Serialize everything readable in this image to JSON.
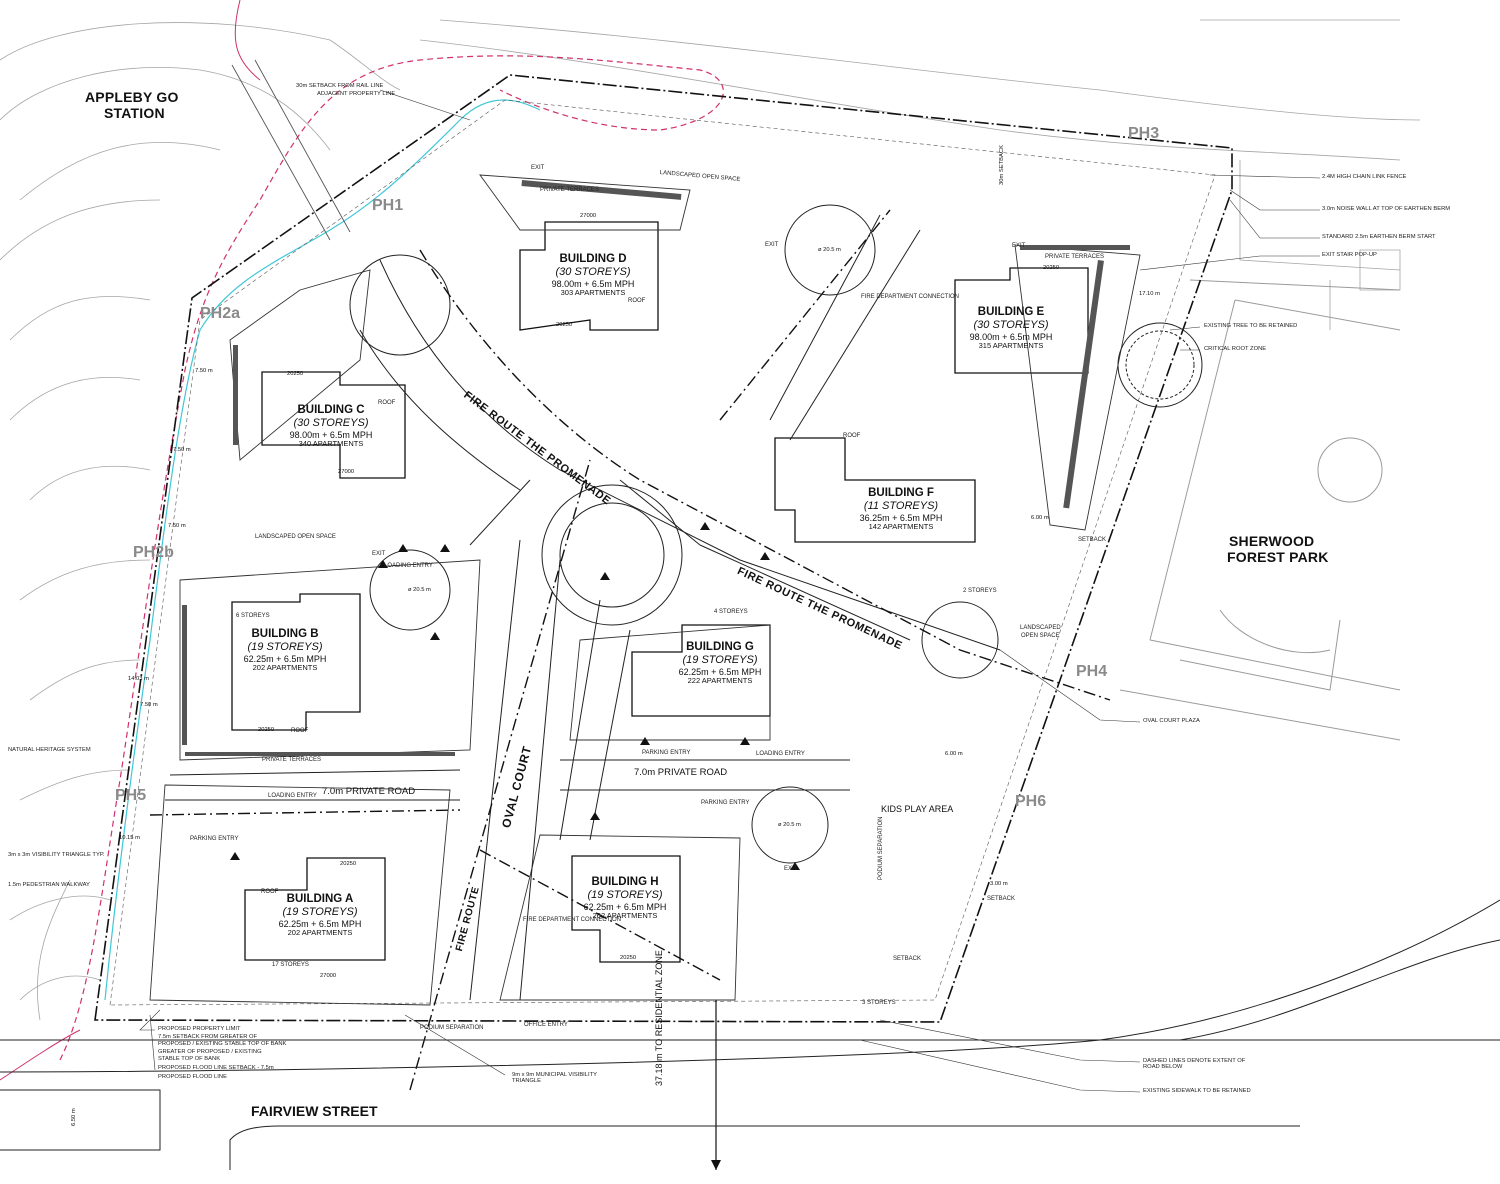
{
  "places": {
    "station": [
      "APPLEBY GO",
      "STATION"
    ],
    "park": [
      "SHERWOOD",
      "FOREST PARK"
    ],
    "street": "FAIRVIEW STREET",
    "residential_zone": "37.18 m TO RESIDENTIAL ZONE"
  },
  "phases": [
    "PH1",
    "PH2a",
    "PH2b",
    "PH3",
    "PH4",
    "PH5",
    "PH6"
  ],
  "buildings": [
    {
      "id": "D",
      "name": "BUILDING D",
      "storeys": "(30 STOREYS)",
      "height": "98.00m + 6.5m MPH",
      "apartments": "303 APARTMENTS"
    },
    {
      "id": "E",
      "name": "BUILDING E",
      "storeys": "(30 STOREYS)",
      "height": "98.00m + 6.5m MPH",
      "apartments": "315 APARTMENTS"
    },
    {
      "id": "C",
      "name": "BUILDING C",
      "storeys": "(30 STOREYS)",
      "height": "98.00m + 6.5m MPH",
      "apartments": "340 APARTMENTS"
    },
    {
      "id": "F",
      "name": "BUILDING F",
      "storeys": "(11 STOREYS)",
      "height": "36.25m + 6.5m MPH",
      "apartments": "142 APARTMENTS"
    },
    {
      "id": "B",
      "name": "BUILDING B",
      "storeys": "(19 STOREYS)",
      "height": "62.25m + 6.5m MPH",
      "apartments": "202 APARTMENTS"
    },
    {
      "id": "G",
      "name": "BUILDING G",
      "storeys": "(19 STOREYS)",
      "height": "62.25m + 6.5m MPH",
      "apartments": "222 APARTMENTS"
    },
    {
      "id": "A",
      "name": "BUILDING A",
      "storeys": "(19 STOREYS)",
      "height": "62.25m + 6.5m MPH",
      "apartments": "202 APARTMENTS"
    },
    {
      "id": "H",
      "name": "BUILDING H",
      "storeys": "(19 STOREYS)",
      "height": "62.25m + 6.5m MPH",
      "apartments": "262 APARTMENTS"
    }
  ],
  "roads": {
    "fire_route_promenade": "FIRE ROUTE  THE PROMENADE",
    "oval_court": "OVAL COURT",
    "fire_route": "FIRE ROUTE",
    "private_road_1": "7.0m PRIVATE ROAD",
    "private_road_2": "7.0m PRIVATE ROAD"
  },
  "spaces": {
    "kids_play": "KIDS PLAY AREA",
    "landscaped_open_space": "LANDSCAPED OPEN SPACE",
    "landscaped": "LANDSCAPED",
    "open_space": "OPEN SPACE",
    "private_terraces": "PRIVATE TERRACES",
    "loading_entry": "LOADING ENTRY",
    "parking_entry": "PARKING ENTRY",
    "exit": "EXIT",
    "roof": "ROOF",
    "podium_separation": "PODIUM SEPARATION",
    "fire_connection": "FIRE DEPARTMENT CONNECTION",
    "setback": "SETBACK",
    "office_entry": "OFFICE ENTRY",
    "storeys_6": "6 STOREYS",
    "storeys_4": "4 STOREYS",
    "storeys_2": "2 STOREYS",
    "storeys_3": "3 STOREYS",
    "storeys_17": "17 STOREYS"
  },
  "notes_right": [
    "2.4M HIGH CHAIN LINK FENCE",
    "3.0m NOISE WALL AT TOP OF EARTHEN BERM",
    "STANDARD 2.5m EARTHEN BERM START",
    "EXIT STAIR POP-UP",
    "EXISTING TREE TO BE RETAINED",
    "CRITICAL ROOT ZONE",
    "OVAL COURT PLAZA",
    "DASHED LINES DENOTE EXTENT OF ROAD BELOW",
    "EXISTING SIDEWALK TO BE RETAINED"
  ],
  "notes_left": [
    "NATURAL HERITAGE SYSTEM",
    "3m x 3m VISIBILITY TRIANGLE TYP.",
    "1.5m PEDESTRIAN WALKWAY"
  ],
  "notes_top": [
    "30m SETBACK FROM RAIL LINE",
    "ADJACENT PROPERTY LINE"
  ],
  "notes_bottom": [
    "PROPOSED PROPERTY LIMIT",
    "7.5m SETBACK FROM GREATER OF",
    "PROPOSED / EXISTING STABLE TOP OF BANK",
    "GREATER OF PROPOSED / EXISTING",
    "STABLE TOP OF BANK",
    "PROPOSED FLOOD LINE SETBACK - 7.5m",
    "PROPOSED FLOOD LINE",
    "9m x 9m MUNICIPAL VISIBILITY TRIANGLE"
  ],
  "dimensions": [
    "30m SETBACK",
    "7.50 m",
    "14.03 m",
    "10.15 m",
    "17.10 m",
    "6.00 m",
    "3.00 m",
    "ø 20.5 m",
    "6.50 m",
    "27000",
    "20250"
  ],
  "colors": {
    "line": "#1a1a1a",
    "grey": "#9a9a9a",
    "heritage_red": "#d0306e",
    "heritage_cyan": "#3fc7d8"
  }
}
